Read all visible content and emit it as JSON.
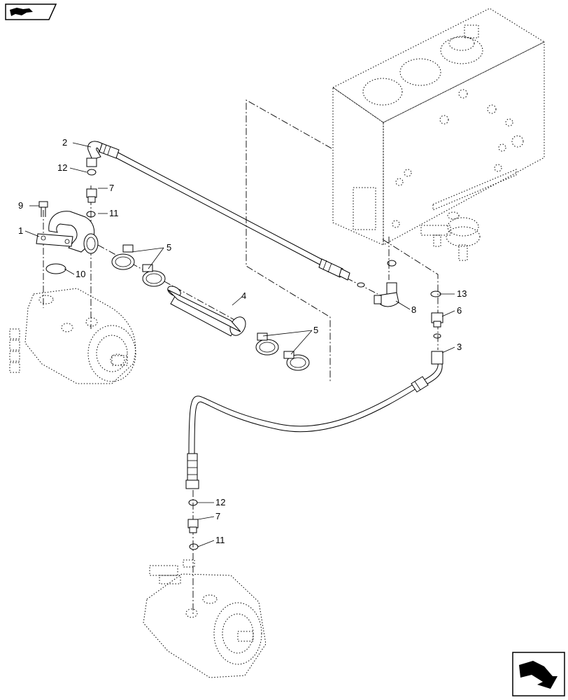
{
  "callouts": {
    "c1": "1",
    "c2": "2",
    "c3": "3",
    "c4": "4",
    "c5a": "5",
    "c5b": "5",
    "c6": "6",
    "c7a": "7",
    "c7b": "7",
    "c8": "8",
    "c9": "9",
    "c10": "10",
    "c11a": "11",
    "c11b": "11",
    "c12a": "12",
    "c12b": "12",
    "c13": "13"
  },
  "icons": {
    "top_left": "flag-navigation-icon",
    "bottom_right": "next-arrow-icon"
  }
}
